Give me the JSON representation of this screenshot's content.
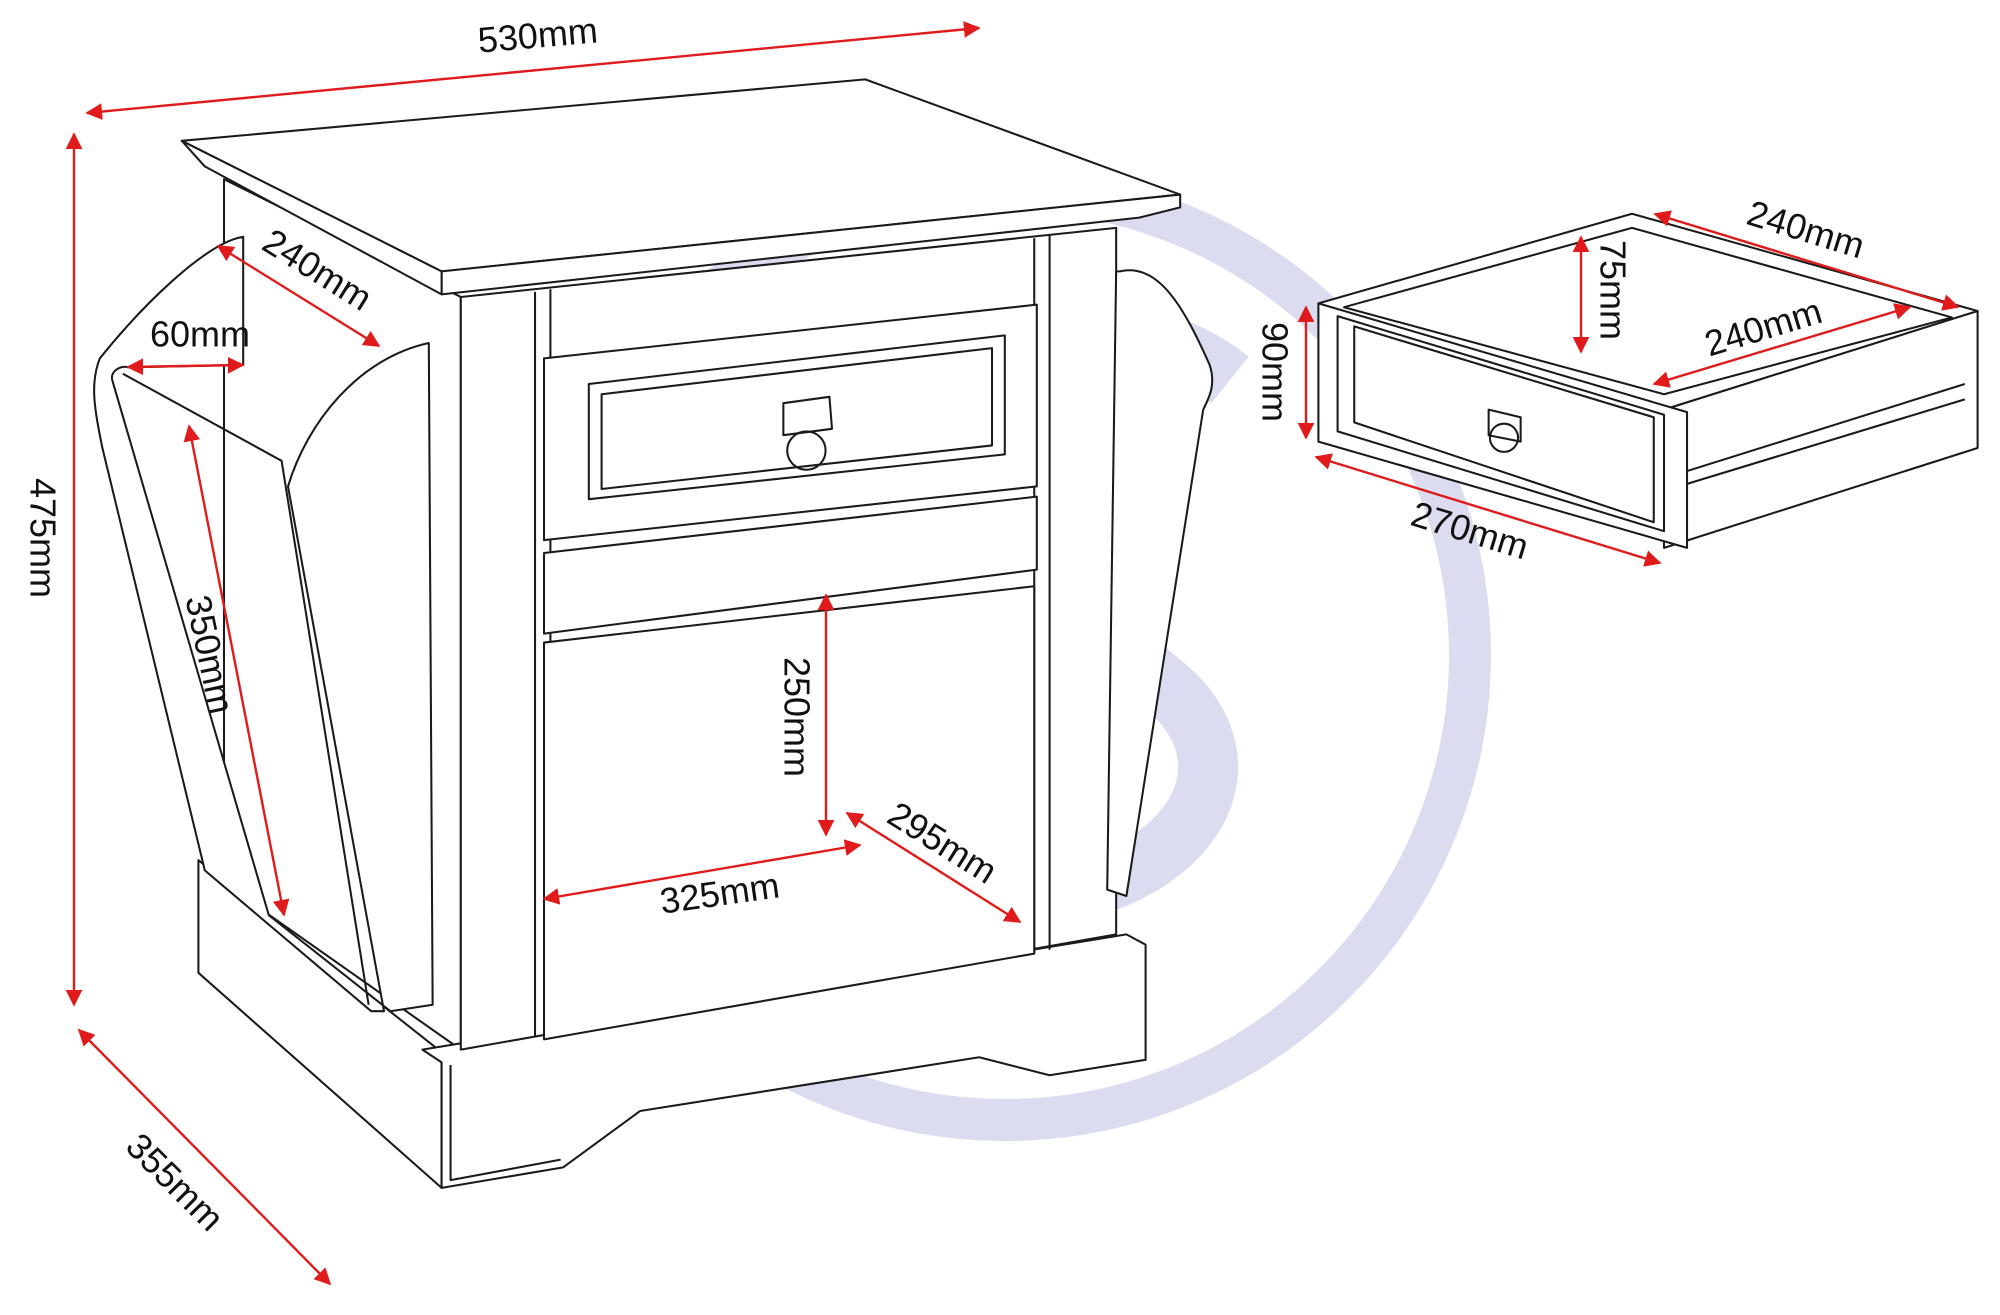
{
  "colors": {
    "dimension": "#e01b1b",
    "outline": "#1a1a1a",
    "watermark": "#dcdcf0"
  },
  "cabinet": {
    "width": "530mm",
    "height": "475mm",
    "depth": "355mm",
    "magazine_depth": "240mm",
    "magazine_gap": "60mm",
    "magazine_height": "350mm",
    "opening_height": "250mm",
    "opening_width": "325mm",
    "opening_depth": "295mm"
  },
  "drawer": {
    "outer_depth": "240mm",
    "inner_height": "75mm",
    "inner_depth": "240mm",
    "outer_height": "90mm",
    "outer_width": "270mm"
  },
  "watermark_icon": "s-logo"
}
